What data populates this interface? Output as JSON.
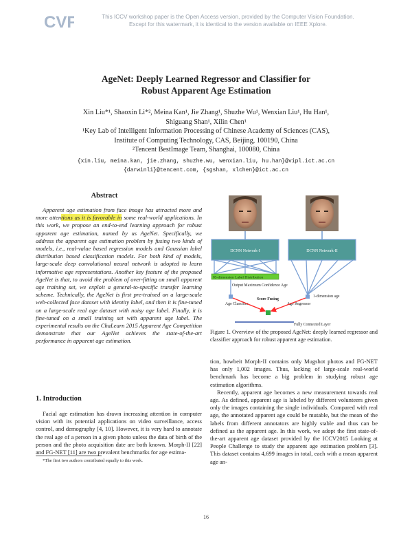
{
  "watermark": {
    "line1": "This ICCV workshop paper is the Open Access version, provided by the Computer Vision Foundation.",
    "line2": "Except for this watermark, it is identical to the version available on IEEE Xplore."
  },
  "paper": {
    "title_line1": "AgeNet: Deeply Learned Regressor and Classifier for",
    "title_line2": "Robust Apparent Age Estimation",
    "authors_line1": "Xin Liu*¹, Shaoxin Li*², Meina Kan¹, Jie Zhang¹, Shuzhe Wu¹, Wenxian Liu¹, Hu Han¹,",
    "authors_line2": "Shiguang Shan¹, Xilin Chen¹",
    "affil_line1": "¹Key Lab of Intelligent Information Processing of Chinese Academy of Sciences (CAS),",
    "affil_line2": "Institute of Computing Technology, CAS, Beijing, 100190, China",
    "affil_line3": "²Tencent BestImage Team, Shanghai, 100080, China",
    "email_line1": "{xin.liu, meina.kan, jie.zhang, shuzhe.wu, wenxian.liu, hu.han}@vipl.ict.ac.cn",
    "email_line2": "{darwinli}@tencent.com, {sgshan, xlchen}@ict.ac.cn"
  },
  "abstract": {
    "heading": "Abstract",
    "before_hl": "Apparent age estimation from face image has attracted more and more atten",
    "highlight": "tions as it is favorable in",
    "after_hl": " some real-world applications. In this work, we propose an end-to-end learning approach for robust apparent age estimation, named by us AgeNet. Specifically, we address the apparent age estimation problem by fusing two kinds of models, i.e., real-value based regression models and Gaussian label distribution based classification models. For both kind of models, large-scale deep convolutional neural network is adopted to learn informative age representations. Another key feature of the proposed AgeNet is that, to avoid the problem of over-fitting on small apparent age training set, we exploit a general-to-specific transfer learning scheme. Technically, the AgeNet is first pre-trained on a large-scale web-collected face dataset with identity label, and then it is fine-tuned on a large-scale real age dataset with noisy age label. Finally, it is fine-tuned on a small training set with apparent age label. The experimental results on the ChaLearn 2015 Apparent Age Competition demonstrate that our AgeNet achieves the state-of-the-art performance in apparent age estimation."
  },
  "intro": {
    "heading": "1. Introduction",
    "text": "Facial age estimation has drawn increasing attention in computer vision with its potential applications on video surveillance, access control, and demography [4, 10]. However, it is very hard to annotate the real age of a person in a given photo unless the data of birth of the person and the photo acquisition date are both known. Morph-II [22] and FG-NET [11] are two prevalent benchmarks for age estima-"
  },
  "footnote": "*The first two authors contributed equally to this work.",
  "figure": {
    "net1_label": "DCNN Network-I",
    "net2_label": "DCNN Network-II",
    "dist_label": "85-dimension Label Distribution",
    "output_label": "Output Maximum Confidence Age",
    "dim1_label": "1-dimension age",
    "classifier_label": "Age Classifier",
    "fusing_label": "Score Fusing",
    "regressor_label": "Age Regressor",
    "fc_label": "Fully Connected Layer",
    "colors": {
      "net_fill": "#4f9a96",
      "dist_fill": "#66cc33",
      "line_blue": "#7a9fd4",
      "arrow_red": "#ff2a2a",
      "legend_line": "#3355aa"
    }
  },
  "caption": "Figure 1. Overview of the proposed AgeNet: deeply learned regressor and classifier approach for robust apparent age estimation.",
  "col2": {
    "p1": "tion, howbeit Morph-II contains only Mugshot photos and FG-NET has only 1,002 images. Thus, lacking of large-scale real-world benchmark has become a big problem in studying robust age estimation algorithms.",
    "p2": "Recently, apparent age becomes a new measurement towards real age. As defined, apparent age is labeled by different volunteers given only the images containing the single individuals. Compared with real age, the annotated apparent age could be mutable, but the mean of the labels from different annotators are highly stable and thus can be defined as the apparent age. In this work, we adopt the first state-of-the-art apparent age dataset provided by the ICCV2015 Looking at People Challenge to study the apparent age estimation problem [3]. This dataset contains 4,699 images in total, each with a mean apparent age an-"
  },
  "page_number": "16"
}
